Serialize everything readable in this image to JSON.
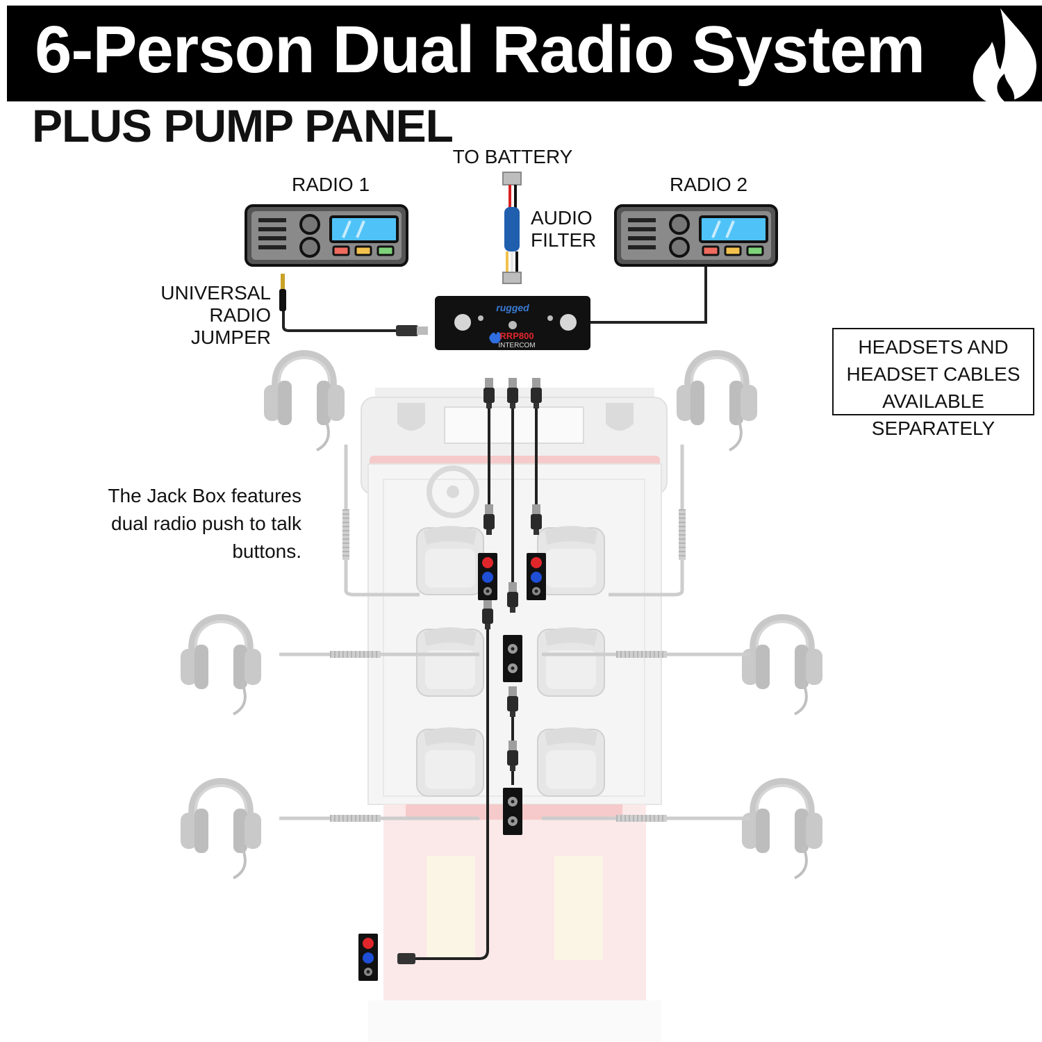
{
  "header": {
    "title": "6-Person Dual Radio System",
    "subtitle": "PLUS PUMP PANEL"
  },
  "labels": {
    "to_battery": "TO BATTERY",
    "radio_1": "RADIO 1",
    "radio_2": "RADIO 2",
    "audio_filter": "AUDIO\nFILTER",
    "universal_jumper": "UNIVERSAL\nRADIO JUMPER",
    "intercom_brand": "rugged",
    "intercom_model": "RRP800",
    "intercom_sub": "INTERCOM"
  },
  "note": "HEADSETS AND\nHEADSET CABLES\nAVAILABLE SEPARATELY",
  "jack_note": "The Jack Box features\ndual radio push to talk\nbuttons.",
  "colors": {
    "ptt_red": "#e0262b",
    "ptt_blue": "#1e4fd6",
    "radio_screen": "#4fc3f7",
    "button_red": "#ef6b5e",
    "button_yellow": "#f2c14e",
    "button_green": "#7ed37a",
    "filter_blue": "#1f5fae",
    "vehicle_red": "#f6c5c5"
  },
  "icons": [
    "fire-logo-icon",
    "radio-icon",
    "headset-icon",
    "jack-box-icon",
    "intercom-icon",
    "audio-filter-icon",
    "seat-icon",
    "steering-wheel-icon"
  ]
}
